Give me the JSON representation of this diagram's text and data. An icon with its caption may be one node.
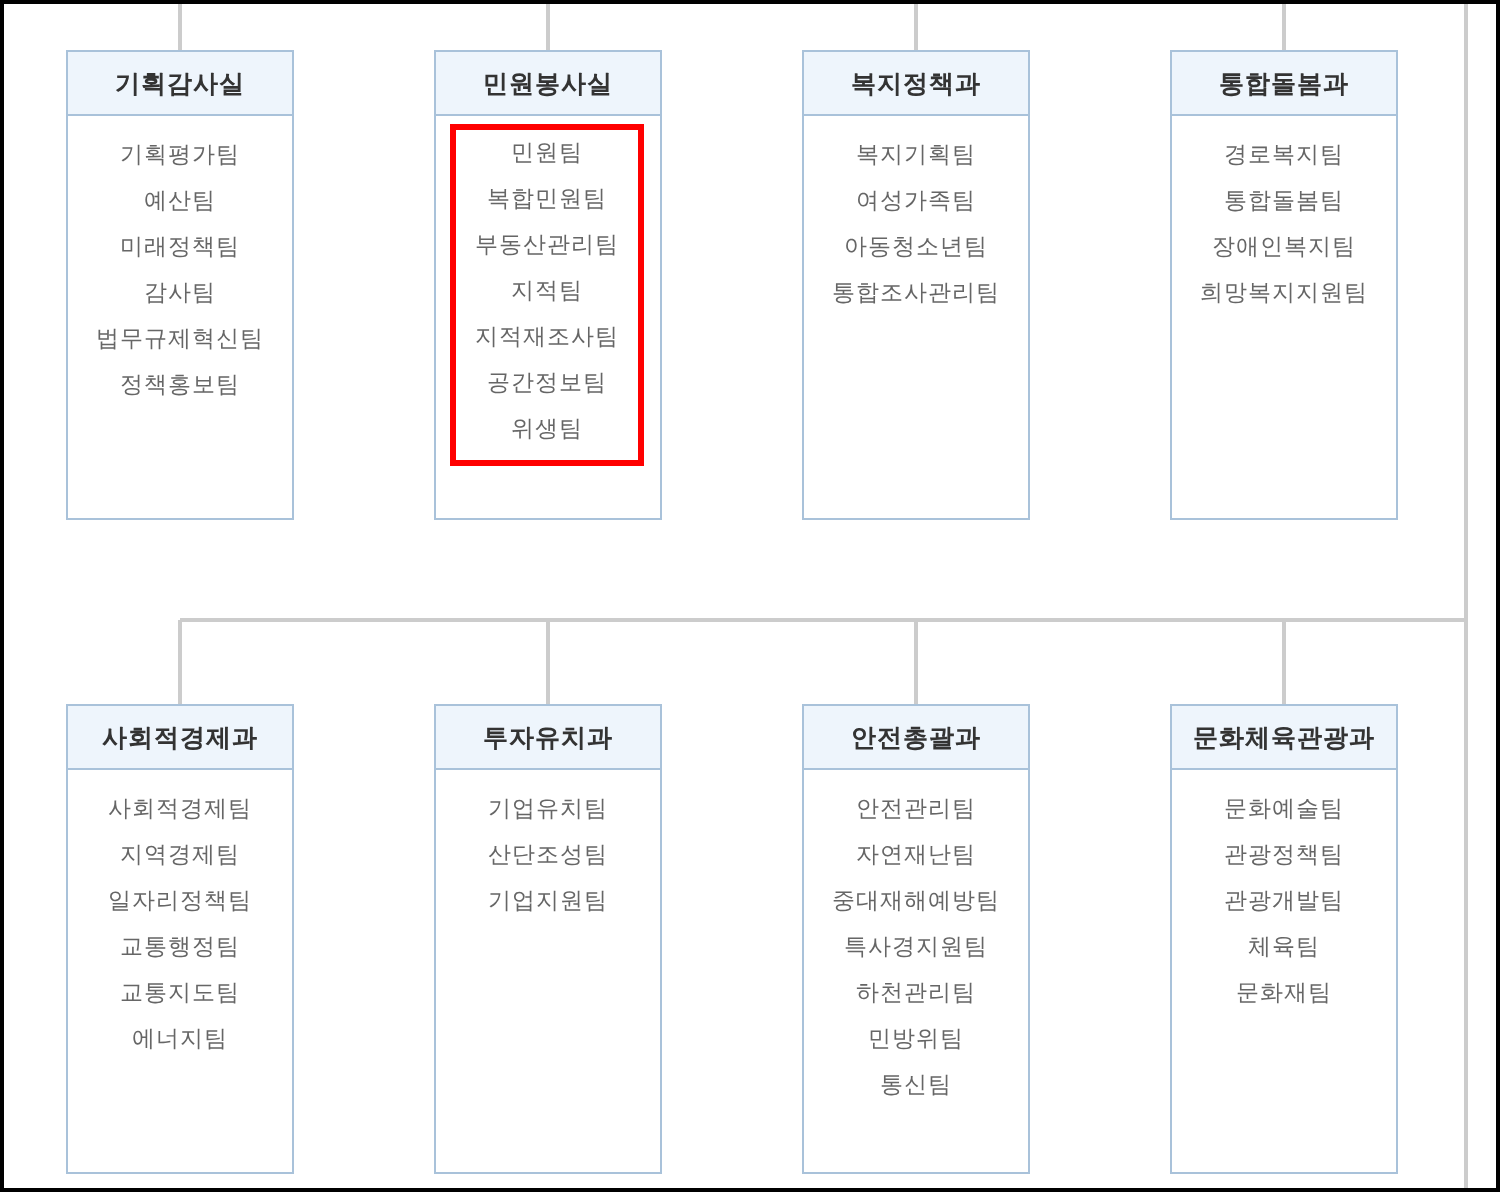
{
  "diagram": {
    "nodes": [
      {
        "text": [
          "기획감사실",
          "기획평가팀",
          "예산팀",
          "미래정책팀",
          "감사팀",
          "법무규제혁신팀",
          "정책홍보팀"
        ]
      },
      {
        "text": [
          "민원봉사실"
        ]
      },
      {
        "text": [
          "민원팀",
          "복합민원팀",
          "부동산관리팀",
          "지적팀",
          "지적재조사팀",
          "공간정보팀",
          "위생팀"
        ],
        "in": 1
      },
      {
        "text": [
          "복지정책과",
          "복지기획팀",
          "여성가족팀",
          "아동청소년팀",
          "통합조사관리팀"
        ]
      },
      {
        "text": [
          "통합돌봄과",
          "경로복지팀",
          "통합돌봄팀",
          "장애인복지팀",
          "희망복지지원팀"
        ]
      },
      {
        "text": [
          "사회적경제과",
          "사회적경제팀",
          "지역경제팀",
          "일자리정책팀",
          "교통행정팀",
          "교통지도팀",
          "에너지팀"
        ]
      },
      {
        "text": [
          "투자유치과",
          "기업유치팀",
          "산단조성팀",
          "기업지원팀"
        ]
      },
      {
        "text": [
          "안전총괄과",
          "안전관리팀",
          "자연재난팀",
          "중대재해예방팀",
          "특사경지원팀",
          "하천관리팀",
          "민방위팀",
          "통신팀"
        ]
      },
      {
        "text": [
          "문화체육관광과",
          "문화예술팀",
          "관광정책팀",
          "관광개발팀",
          "체육팀",
          "문화재팀"
        ]
      }
    ],
    "edges": [
      {
        "from": null,
        "to": 0,
        "arrow": "none"
      },
      {
        "from": null,
        "to": 1,
        "arrow": "none"
      },
      {
        "from": null,
        "to": 3,
        "arrow": "none"
      },
      {
        "from": null,
        "to": 4,
        "arrow": "none"
      },
      {
        "from": null,
        "to": 5,
        "arrow": "none"
      },
      {
        "from": null,
        "to": 6,
        "arrow": "none"
      },
      {
        "from": null,
        "to": 7,
        "arrow": "none"
      },
      {
        "from": null,
        "to": 8,
        "arrow": "none"
      }
    ]
  }
}
